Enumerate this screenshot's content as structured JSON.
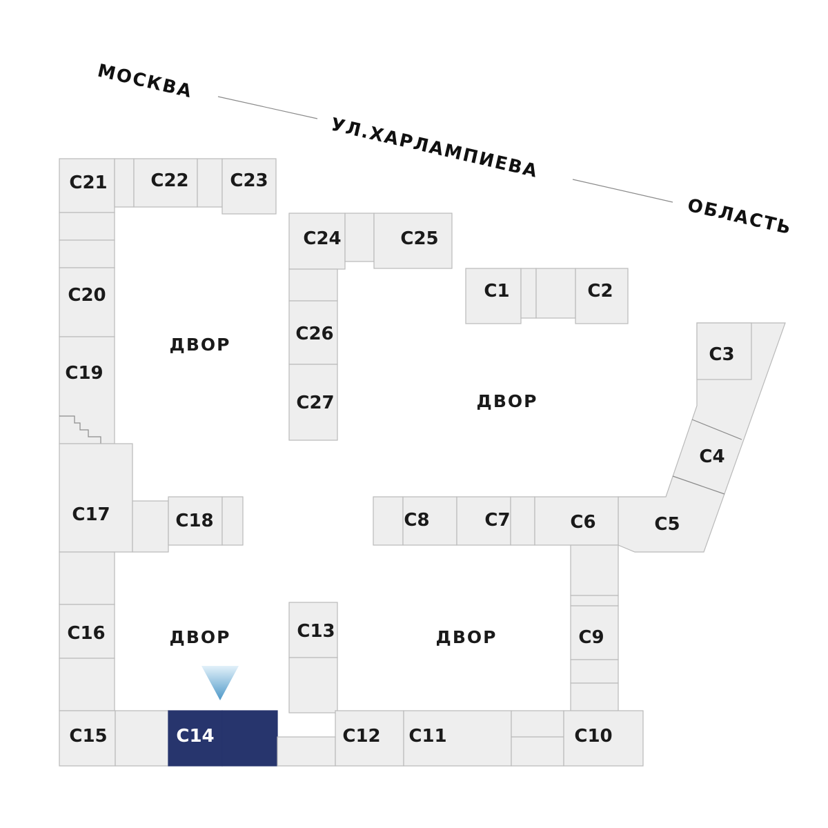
{
  "road": {
    "from": "МОСКВА",
    "street": "УЛ.ХАРЛАМПИЕВА",
    "to": "ОБЛАСТЬ"
  },
  "yards": {
    "top_left": "ДВОР",
    "center": "ДВОР",
    "bottom_left": "ДВОР",
    "bottom_right": "ДВОР"
  },
  "sections": {
    "c1": "С1",
    "c2": "С2",
    "c3": "С3",
    "c4": "С4",
    "c5": "С5",
    "c6": "С6",
    "c7": "С7",
    "c8": "С8",
    "c9": "С9",
    "c10": "С10",
    "c11": "С11",
    "c12": "С12",
    "c13": "С13",
    "c14": "С14",
    "c15": "С15",
    "c16": "С16",
    "c17": "С17",
    "c18": "С18",
    "c19": "С19",
    "c20": "С20",
    "c21": "С21",
    "c22": "С22",
    "c23": "С23",
    "c24": "С24",
    "c25": "С25",
    "c26": "С26",
    "c27": "С27"
  },
  "selected_section": "С14",
  "colors": {
    "selected": "#27356d",
    "building": "#eeeeee",
    "marker": "#6fb3d8"
  }
}
